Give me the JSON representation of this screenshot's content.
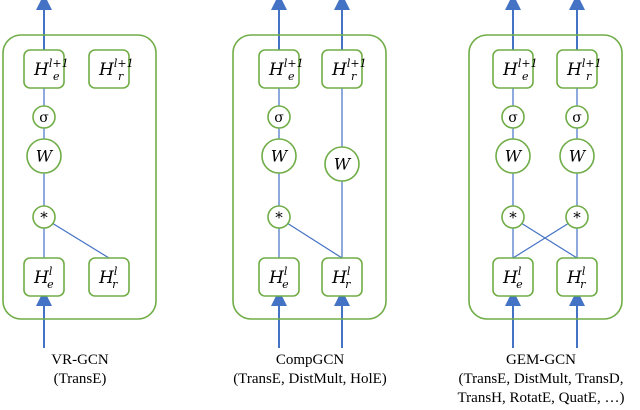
{
  "colors": {
    "node_border": "#70ad47",
    "edge": "#4472c4",
    "text": "#000000"
  },
  "symbols": {
    "h_base": "H",
    "sub_e": "e",
    "sub_r": "r",
    "sup_next": "l+1",
    "sup_cur": "l",
    "sigma": "σ",
    "weight": "W",
    "compose": "*"
  },
  "panels": [
    {
      "name": "VR-GCN",
      "caption": [
        "VR-GCN",
        "(TransE)"
      ]
    },
    {
      "name": "CompGCN",
      "caption": [
        "CompGCN",
        "(TransE, DistMult, HolE)"
      ]
    },
    {
      "name": "GEM-GCN",
      "caption": [
        "GEM-GCN",
        "(TransE, DistMult, TransD,",
        "TransH, RotatE, QuatE, …)"
      ]
    }
  ]
}
